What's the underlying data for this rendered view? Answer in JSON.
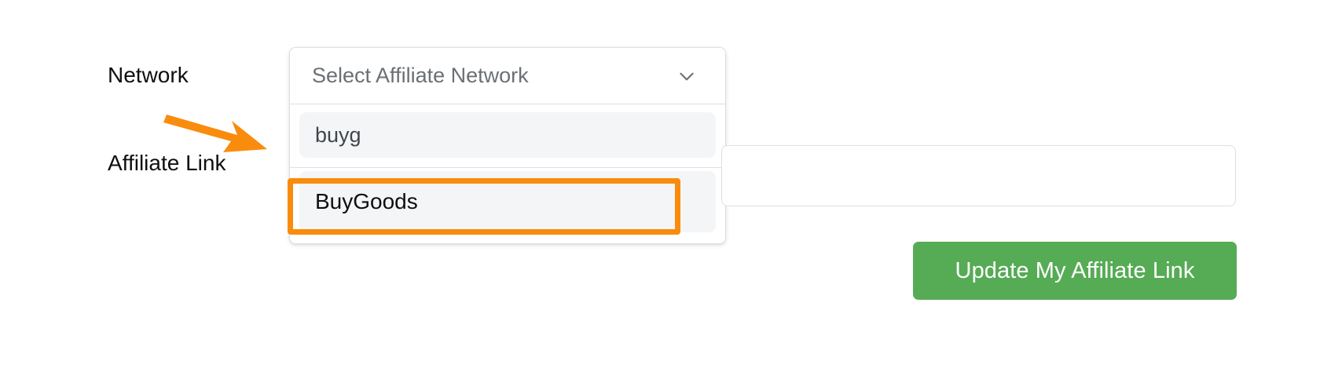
{
  "form": {
    "network_field": {
      "label": "Network",
      "select": {
        "placeholder": "Select Affiliate Network",
        "chevron_icon": "chevron-down-icon",
        "search_value": "buyg",
        "search_placeholder": "buyg",
        "options": [
          {
            "label": "BuyGoods",
            "highlighted": true
          }
        ]
      }
    },
    "affiliate_link_field": {
      "label": "Affiliate Link",
      "input_value": "",
      "input_placeholder": ""
    },
    "submit": {
      "label": "Update My Affiliate Link"
    }
  },
  "annotations": {
    "arrow": {
      "icon": "orange-arrow-annotation",
      "color": "#F98C0C"
    },
    "highlight_box": {
      "icon": "orange-highlight-box",
      "color": "#F98C0C",
      "target": "BuyGoods"
    }
  },
  "colors": {
    "accent_orange": "#F98C0C",
    "button_green": "#56AB55",
    "border_gray": "#DCDFE3",
    "option_bg": "#F4F5F6",
    "placeholder_text": "#6B7075",
    "label_text": "#0F0F0F"
  }
}
